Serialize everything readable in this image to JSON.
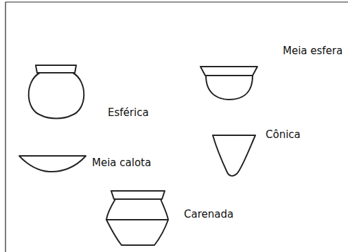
{
  "diagram": {
    "labels": [
      "Esférica",
      "Meia esfera",
      "Meia calota",
      "Cônica",
      "Carenada"
    ]
  }
}
